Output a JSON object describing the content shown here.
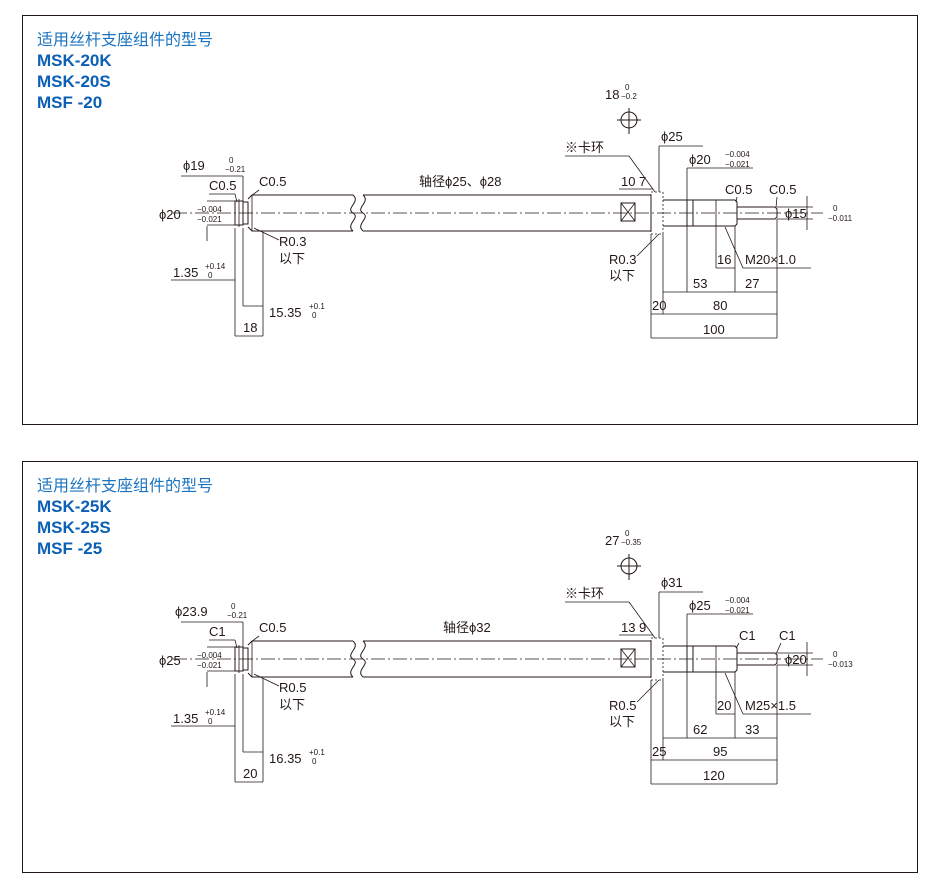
{
  "drawings": [
    {
      "caption": "适用丝杆支座组件的型号",
      "models": [
        "MSK-20K",
        "MSK-20S",
        "MSF -20"
      ],
      "labels": {
        "top_width_main": "18",
        "top_width_tol_upper": "0",
        "top_width_tol_lower": "−0.2",
        "left_dia_label": "ϕ19",
        "left_dia_tol_upper": "0",
        "left_dia_tol_lower": "−0.21",
        "chamfer_left_1": "C0.5",
        "chamfer_left_2": "C0.5",
        "end_dia_label": "ϕ20",
        "end_dia_tol_upper": "−0.004",
        "end_dia_tol_lower": "−0.021",
        "shaft_note": "轴径ϕ25、ϕ28",
        "radius_left": "R0.3",
        "radius_left_note": "以下",
        "groove_label": "1.35",
        "groove_tol_upper": "+0.14",
        "groove_tol_lower": "0",
        "len_left_a_label": "15.35",
        "len_left_a_tol_upper": "+0.1",
        "len_left_a_tol_lower": "0",
        "len_left_b": "18",
        "clip_note": "※卡环",
        "collar_dia": "ϕ25",
        "journal_dia_label": "ϕ20",
        "journal_dia_tol_upper": "−0.004",
        "journal_dia_tol_lower": "−0.021",
        "wrench_flat_a": "10",
        "wrench_flat_b": "7",
        "chamfer_right_1": "C0.5",
        "chamfer_right_2": "C0.5",
        "tip_dia_label": "ϕ15",
        "tip_dia_tol_upper": "0",
        "tip_dia_tol_lower": "−0.011",
        "radius_right": "R0.3",
        "radius_right_note": "以下",
        "len_thread_rel": "16",
        "thread_spec": "M20×1.0",
        "len_journal": "53",
        "len_thread": "27",
        "len_collar": "20",
        "len_80": "80",
        "len_total": "100"
      }
    },
    {
      "caption": "适用丝杆支座组件的型号",
      "models": [
        "MSK-25K",
        "MSK-25S",
        "MSF -25"
      ],
      "labels": {
        "top_width_main": "27",
        "top_width_tol_upper": "0",
        "top_width_tol_lower": "−0.35",
        "left_dia_label": "ϕ23.9",
        "left_dia_tol_upper": "0",
        "left_dia_tol_lower": "−0.21",
        "chamfer_left_1": "C1",
        "chamfer_left_2": "C0.5",
        "end_dia_label": "ϕ25",
        "end_dia_tol_upper": "−0.004",
        "end_dia_tol_lower": "−0.021",
        "shaft_note": "轴径ϕ32",
        "radius_left": "R0.5",
        "radius_left_note": "以下",
        "groove_label": "1.35",
        "groove_tol_upper": "+0.14",
        "groove_tol_lower": "0",
        "len_left_a_label": "16.35",
        "len_left_a_tol_upper": "+0.1",
        "len_left_a_tol_lower": "0",
        "len_left_b": "20",
        "clip_note": "※卡环",
        "collar_dia": "ϕ31",
        "journal_dia_label": "ϕ25",
        "journal_dia_tol_upper": "−0.004",
        "journal_dia_tol_lower": "−0.021",
        "wrench_flat_a": "13",
        "wrench_flat_b": "9",
        "chamfer_right_1": "C1",
        "chamfer_right_2": "C1",
        "tip_dia_label": "ϕ20",
        "tip_dia_tol_upper": "0",
        "tip_dia_tol_lower": "−0.013",
        "radius_right": "R0.5",
        "radius_right_note": "以下",
        "len_thread_rel": "20",
        "thread_spec": "M25×1.5",
        "len_journal": "62",
        "len_thread": "33",
        "len_collar": "25",
        "len_80": "95",
        "len_total": "120"
      }
    }
  ]
}
